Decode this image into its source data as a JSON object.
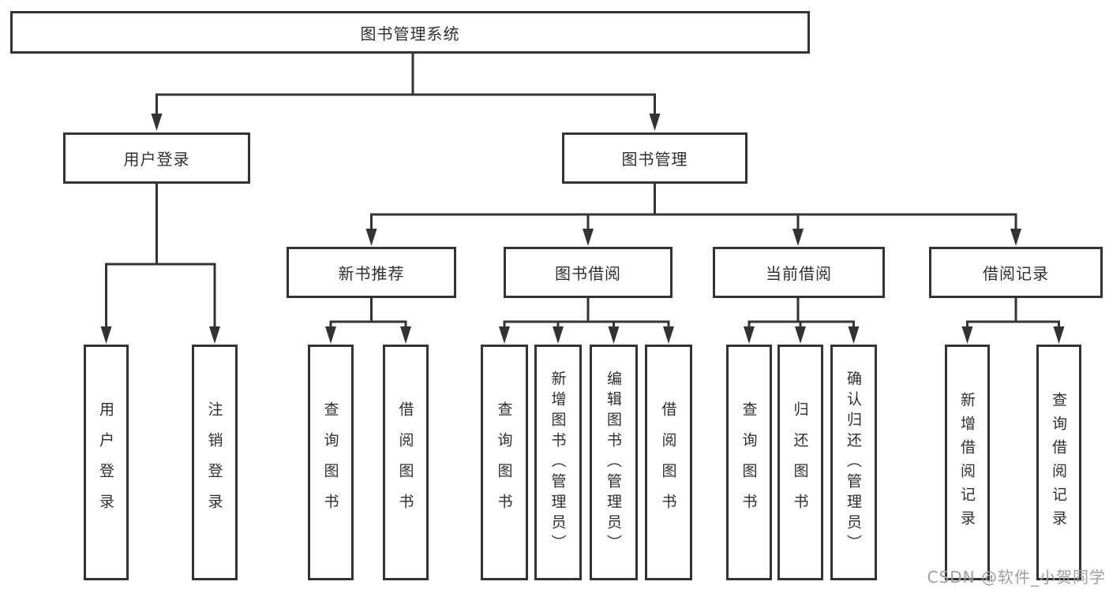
{
  "diagram": {
    "root": {
      "label": "图书管理系统"
    },
    "branches": [
      {
        "label": "用户登录",
        "children": [
          {
            "label": "用户登录"
          },
          {
            "label": "注销登录"
          }
        ]
      },
      {
        "label": "图书管理",
        "children": [
          {
            "label": "新书推荐",
            "children": [
              {
                "label": "查询图书"
              },
              {
                "label": "借阅图书"
              }
            ]
          },
          {
            "label": "图书借阅",
            "children": [
              {
                "label": "查询图书"
              },
              {
                "label": "新增图书（管理员）"
              },
              {
                "label": "编辑图书（管理员）"
              },
              {
                "label": "借阅图书"
              }
            ]
          },
          {
            "label": "当前借阅",
            "children": [
              {
                "label": "查询图书"
              },
              {
                "label": "归还图书"
              },
              {
                "label": "确认归还（管理员）"
              }
            ]
          },
          {
            "label": "借阅记录",
            "children": [
              {
                "label": "新增借阅记录"
              },
              {
                "label": "查询借阅记录"
              }
            ]
          }
        ]
      }
    ]
  },
  "watermark": {
    "text": "CSDN @软件_小贺同学"
  },
  "colors": {
    "line": "#333333",
    "text": "#2f2f2f",
    "background": "#ffffff",
    "watermark": "#9c9ea1"
  }
}
